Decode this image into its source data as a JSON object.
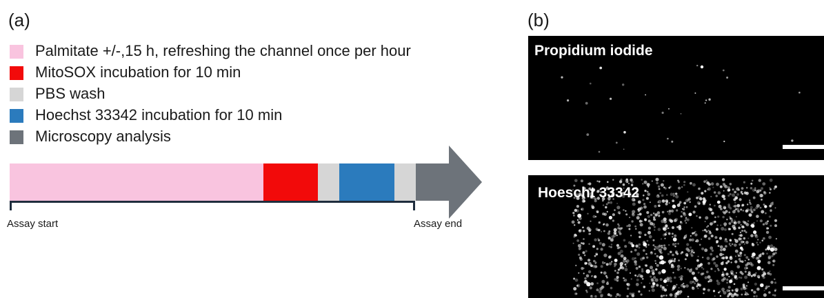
{
  "panels": {
    "a_label": "(a)",
    "b_label": "(b)"
  },
  "legend": [
    {
      "text": "Palmitate +/-,15 h, refreshing the channel once per hour",
      "color": "#f9c4df"
    },
    {
      "text": "MitoSOX incubation for 10 min",
      "color": "#f20a0a"
    },
    {
      "text": "PBS wash",
      "color": "#d6d6d6"
    },
    {
      "text": "Hoechst 33342 incubation for 10 min",
      "color": "#2b7bbd"
    },
    {
      "text": "Microscopy analysis",
      "color": "#6d737a"
    }
  ],
  "timeline": {
    "start_label": "Assay start",
    "end_label": "Assay end",
    "arrow_color": "#6d737a"
  },
  "micrographs": {
    "top_title": "Propidium iodide",
    "bottom_title": "Hoescht 33342"
  }
}
